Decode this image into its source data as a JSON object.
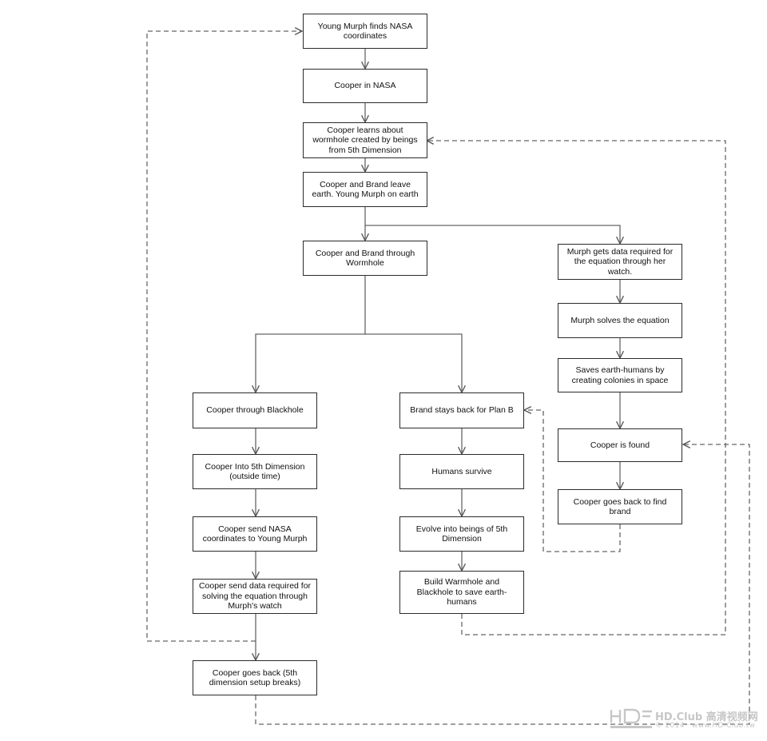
{
  "nodes": {
    "young_murph_finds": "Young Murph finds NASA coordinates",
    "cooper_in_nasa": "Cooper in NASA",
    "cooper_learns": "Cooper learns about wormhole created by beings from 5th Dimension",
    "cooper_brand_leave": "Cooper and Brand leave earth. Young Murph on earth",
    "through_wormhole": "Cooper and Brand through Wormhole",
    "murph_gets_data": "Murph gets data required for the equation through her watch.",
    "murph_solves": "Murph solves the equation",
    "saves_humans": "Saves earth-humans by creating colonies in space",
    "cooper_found": "Cooper is found",
    "cooper_back_brand": "Cooper goes back to find brand",
    "cooper_blackhole": "Cooper through Blackhole",
    "cooper_5th": "Cooper Into 5th Dimension (outside time)",
    "cooper_send_coords": "Cooper send NASA coordinates to Young Murph",
    "cooper_send_data": "Cooper send data required for solving the equation through Murph's watch",
    "cooper_goes_back": "Cooper goes back (5th dimension setup breaks)",
    "brand_plan_b": "Brand stays back for Plan B",
    "humans_survive": "Humans survive",
    "evolve": "Evolve into beings of 5th Dimension",
    "build_wormhole": "Build Warmhole and Blackhole to save earth-humans"
  },
  "watermark": {
    "brand": "HD.Club 高清视频网",
    "line2": "© 2014 · www.HD-Club.tw"
  },
  "colors": {
    "box_border": "#2b2b2b",
    "arrow": "#555555",
    "dashed": "#666666",
    "watermark": "#c7c7c7"
  }
}
